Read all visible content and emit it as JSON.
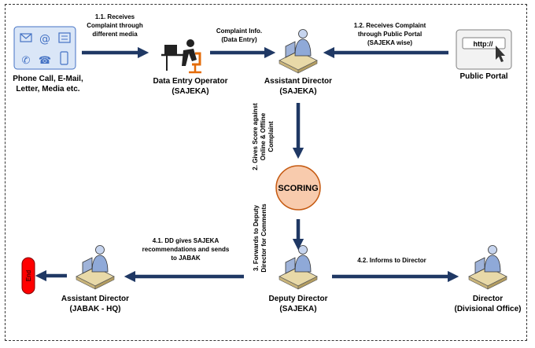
{
  "nodes": {
    "media": {
      "label_line1": "Phone Call, E-Mail,",
      "label_line2": "Letter, Media etc."
    },
    "operator": {
      "label_line1": "Data Entry Operator",
      "label_line2": "(SAJEKA)"
    },
    "ad_sajeka": {
      "label_line1": "Assistant Director",
      "label_line2": "(SAJEKA)"
    },
    "portal": {
      "label": "Public Portal",
      "url_text": "http://"
    },
    "scoring": {
      "label": "SCORING"
    },
    "dd": {
      "label_line1": "Deputy Director",
      "label_line2": "(SAJEKA)"
    },
    "ad_jabak": {
      "label_line1": "Assistant Director",
      "label_line2": "(JABAK - HQ)"
    },
    "director": {
      "label_line1": "Director",
      "label_line2": "(Divisional Office)"
    },
    "end": {
      "label": "End"
    }
  },
  "edges": {
    "e11": {
      "line1": "1.1. Receives",
      "line2": "Complaint through",
      "line3": "different media"
    },
    "e_info": {
      "line1": "Complaint Info.",
      "line2": "(Data Entry)"
    },
    "e12": {
      "line1": "1.2. Receives Complaint",
      "line2": "through Public Portal",
      "line3": "(SAJEKA wise)"
    },
    "e2": {
      "line1": "2. Gives Score against",
      "line2": "Online & Offline",
      "line3": "Complaint"
    },
    "e3": {
      "line1": "3. Forwards to Deputy",
      "line2": "Director for Comments"
    },
    "e41": {
      "line1": "4.1. DD gives SAJEKA",
      "line2": "recommendations and sends",
      "line3": "to JABAK"
    },
    "e42": {
      "line1": "4.2. Informs to Director"
    }
  },
  "colors": {
    "arrow": "#1f3864",
    "scoring_fill": "#f8cbad",
    "scoring_stroke": "#c55a11",
    "end_fill": "#ff0000",
    "figure": "#8fa9d8",
    "desk": "#e8d9a8"
  }
}
